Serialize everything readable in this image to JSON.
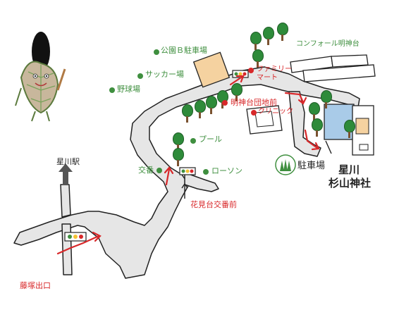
{
  "labels": {
    "park_b_parking": "公園Ｂ駐車場",
    "soccer_field": "サッカー場",
    "baseball_field": "野球場",
    "pool": "プール",
    "police_box": "交番",
    "lawson": "ローソン",
    "hanamidai_koban_mae": "花見台交番前",
    "myojindai_danchimae": "明神台団地前",
    "family_mart": "ファミリー\nマート",
    "clinic": "クリニック",
    "comfort_myojindai": "コンフォール明神台",
    "parking": "駐車場",
    "shrine_line1": "星川",
    "shrine_line2": "杉山神社",
    "hoshikawa_station": "星川駅",
    "fujizuka_exit": "藤塚出口"
  },
  "icons": {
    "parking_icon": "forest-parking-icon",
    "mascot": "leaf-mascot-icon"
  },
  "colors": {
    "road_fill": "#e6e6e6",
    "road_edge": "#222222",
    "green_dot": "#3f8f3f",
    "red_dot": "#d8282a",
    "tree": "#2e8b3a",
    "water": "#a9cbe8",
    "building_orange": "#f5d2a0"
  }
}
